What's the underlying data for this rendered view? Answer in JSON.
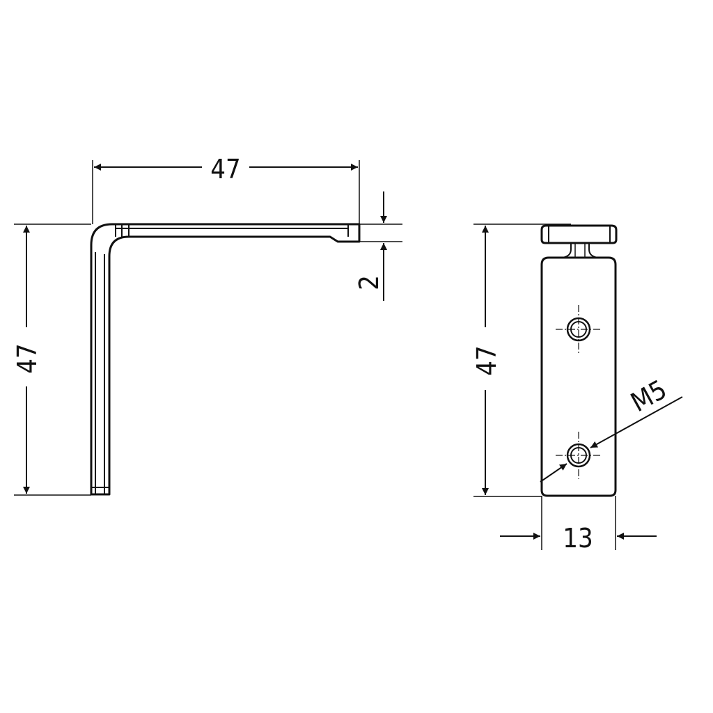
{
  "colors": {
    "background": "#ffffff",
    "line": "#111111"
  },
  "side_view": {
    "width_dim": "47",
    "height_dim": "47",
    "thickness_dim": "2"
  },
  "front_view": {
    "height_dim": "47",
    "width_dim": "13",
    "thread_dim": "M5"
  }
}
